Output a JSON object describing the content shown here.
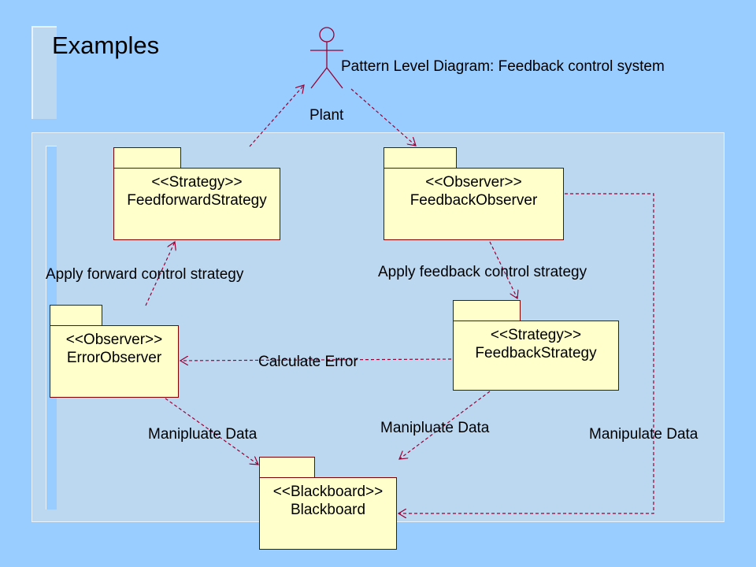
{
  "title": "Examples",
  "actor": {
    "name": "Plant",
    "icon": "stick-figure-actor-icon"
  },
  "subtitle": "Pattern Level Diagram: Feedback control system",
  "packages": {
    "feedforward_strategy": {
      "stereotype": "<<Strategy>>",
      "name": "FeedforwardStrategy"
    },
    "feedback_observer": {
      "stereotype": "<<Observer>>",
      "name": "FeedbackObserver"
    },
    "error_observer": {
      "stereotype": "<<Observer>>",
      "name": "ErrorObserver"
    },
    "feedback_strategy": {
      "stereotype": "<<Strategy>>",
      "name": "FeedbackStrategy"
    },
    "blackboard": {
      "stereotype": "<<Blackboard>>",
      "name": "Blackboard"
    }
  },
  "edge_labels": {
    "apply_forward": "Apply forward control strategy",
    "apply_feedback": "Apply feedback control strategy",
    "calculate_error": "Calculate Error",
    "manipulate_left": "Manipluate Data",
    "manipulate_mid": "Manipluate Data",
    "manipulate_right": "Manipulate Data"
  },
  "colors": {
    "background": "#99ccff",
    "panel": "#bcd8f1",
    "package_fill": "#ffffcc",
    "line": "#990033"
  }
}
